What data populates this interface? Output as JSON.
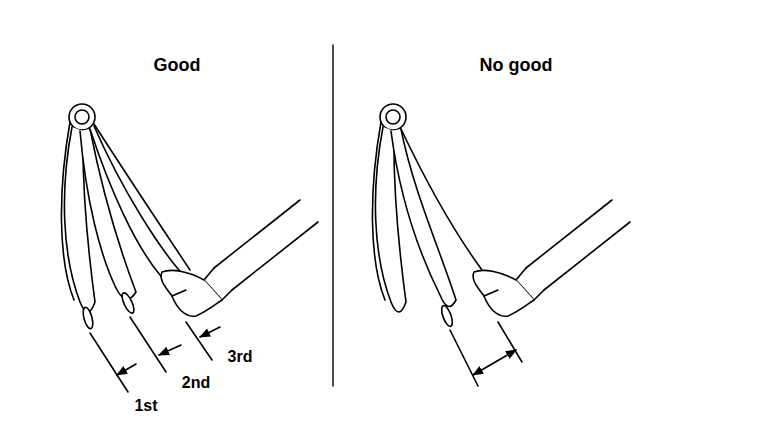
{
  "diagram": {
    "labels": [
      "Good",
      "No good",
      "1st",
      "2nd",
      "3rd"
    ]
  }
}
